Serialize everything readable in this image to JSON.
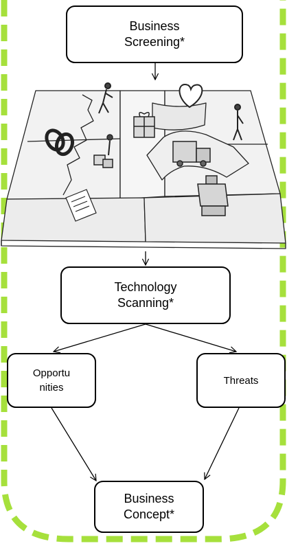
{
  "diagram": {
    "nodes": {
      "business_screening": {
        "line1": "Business",
        "line2": "Screening*"
      },
      "technology_scanning": {
        "line1": "Technology",
        "line2": "Scanning*"
      },
      "opportunities": {
        "line1": "Opportu",
        "line2": "nities"
      },
      "threats": {
        "label": "Threats"
      },
      "business_concept": {
        "line1": "Business",
        "line2": "Concept*"
      }
    },
    "illustration": {
      "subject": "business-model-canvas-sketch",
      "icons": [
        "chain-link-icon",
        "person-walking-icon",
        "gift-box-icon",
        "heart-icon",
        "person-standing-icon",
        "delivery-truck-icon",
        "person-with-boxes-icon",
        "document-icon",
        "cash-register-icon"
      ]
    },
    "colors": {
      "frame_green": "#a6e03c",
      "stroke": "#000000",
      "canvas_fill": "#efefef"
    }
  }
}
